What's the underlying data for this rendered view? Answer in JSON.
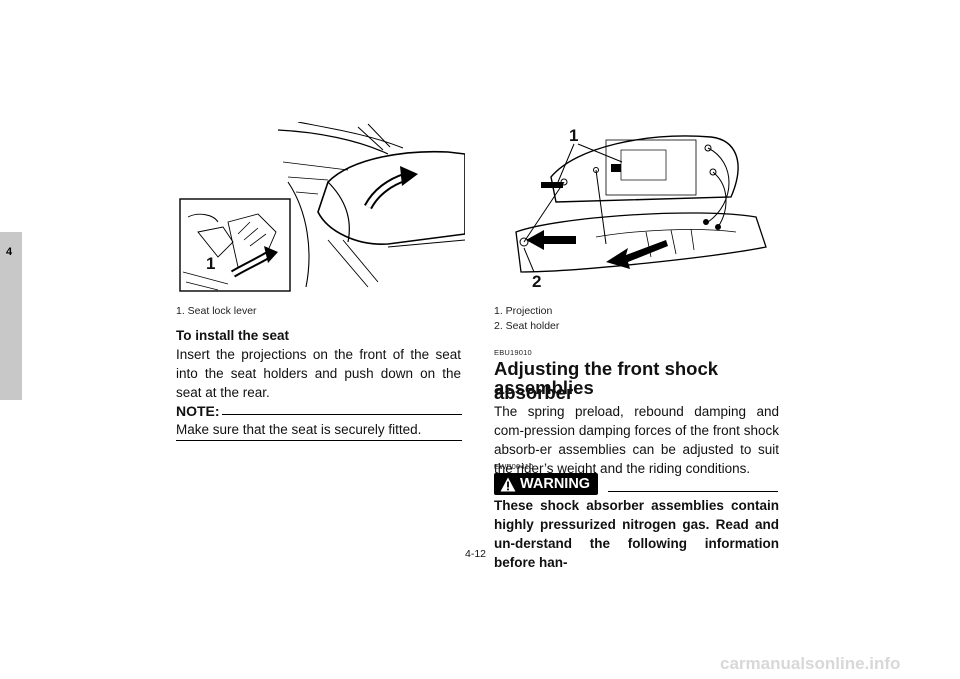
{
  "side_tab": {
    "chapter": "4"
  },
  "left": {
    "figure_label": "1",
    "caption": "1.  Seat lock lever",
    "install_heading": "To install the seat",
    "install_text": "Insert the projections on the front of the seat into the seat holders and push down on the seat at the rear.",
    "note_label": "NOTE:",
    "note_text": "Make sure that the seat is securely fitted."
  },
  "right": {
    "figure_label_1": "1",
    "figure_label_2": "2",
    "caption_1": "1.  Projection",
    "caption_2": "2.  Seat holder",
    "section_code": "EBU19010",
    "section_title_line1": "Adjusting the front shock absorber",
    "section_title_line2": "assemblies",
    "section_text": "The spring preload, rebound damping and com-pression damping forces of the front shock absorb-er assemblies can be adjusted to suit the rider’s weight and the riding conditions.",
    "warning_code": "EWB00410",
    "warning_label": "WARNING",
    "warning_text": "These shock absorber assemblies contain highly pressurized nitrogen gas. Read and un-derstand the following information before han-"
  },
  "page_number": "4-12",
  "footer_watermark": "carmanualsonline.info"
}
